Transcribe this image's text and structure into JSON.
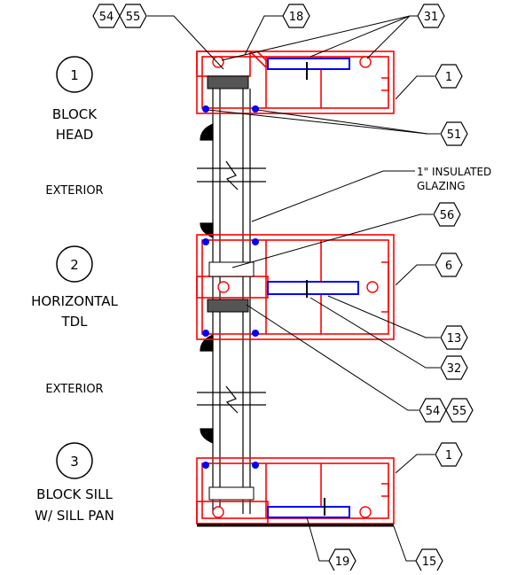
{
  "sections": [
    {
      "num": "1",
      "line1": "BLOCK",
      "line2": "HEAD"
    },
    {
      "num": "2",
      "line1": "HORIZONTAL",
      "line2": "TDL"
    },
    {
      "num": "3",
      "line1": "BLOCK SILL",
      "line2": "W/ SILL PAN"
    }
  ],
  "exterior_label": "EXTERIOR",
  "glazing_note": {
    "line1": "1\" INSULATED",
    "line2": "GLAZING"
  },
  "callouts": {
    "c54a": "54",
    "c55a": "55",
    "c18": "18",
    "c31": "31",
    "c1a": "1",
    "c51": "51",
    "c56": "56",
    "c6": "6",
    "c13": "13",
    "c32": "32",
    "c54b": "54",
    "c55b": "55",
    "c1b": "1",
    "c19": "19",
    "c15": "15"
  },
  "colors": {
    "frame": "#ff0000",
    "line": "#000000",
    "gasket": "#0000ff",
    "setting_block": "#555555"
  }
}
